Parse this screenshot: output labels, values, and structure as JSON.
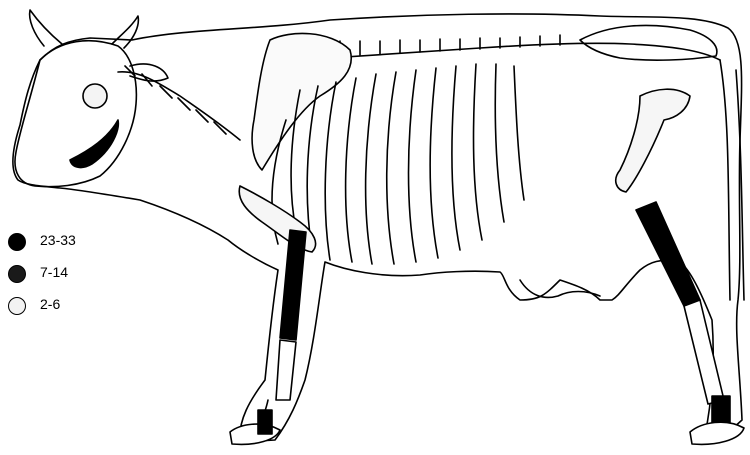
{
  "legend": {
    "items": [
      {
        "label": "23-33",
        "fill": "#000000"
      },
      {
        "label": "7-14",
        "fill": "#1a1a1a"
      },
      {
        "label": "2-6",
        "fill": "#f2f2f2"
      }
    ]
  },
  "colors": {
    "outline": "#000000",
    "background": "#ffffff",
    "high_value": "#000000",
    "low_value": "#ffffff"
  }
}
